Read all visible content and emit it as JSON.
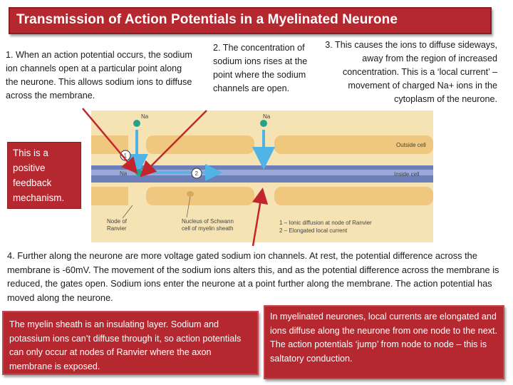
{
  "title": "Transmission of Action Potentials in a Myelinated Neurone",
  "step1": "1. When an action potential occurs, the sodium ion channels open at a particular point along the neurone. This allows sodium ions to diffuse across the membrane.",
  "step2": "2. The concentration of sodium ions rises at the point where the sodium channels are open.",
  "step3": "3. This causes the ions to diffuse sideways, away from the region of increased concentration. This is a ‘local current’ – movement of charged Na+ ions in the cytoplasm of the neurone.",
  "feedback": "This is a positive feedback mechanism.",
  "step4": "4. Further along the neurone are more voltage gated sodium ion channels. At rest, the potential difference across the membrane is -60mV. The movement of the sodium ions alters this, and as the potential difference across the membrane is reduced, the gates open. Sodium ions enter the neurone at a point further along the membrane. The action potential has moved along the neurone.",
  "myelin_note": "The myelin sheath is an insulating layer. Sodium and potassium ions can’t diffuse through it, so action potentials can only occur at nodes of Ranvier where the axon membrane is exposed.",
  "saltatory_note": "In myelinated neurones, local currents are elongated and ions diffuse along the neurone from one node to the next. The action potentials ‘jump’ from node to node – this is saltatory conduction.",
  "diagram": {
    "na_top_1": "Na",
    "na_top_2": "Na",
    "na_inside": "Na",
    "outside_cell": "Outside cell",
    "inside_cell": "Inside cell",
    "node_label_1": "Node of",
    "node_label_2": "Ranvier",
    "schwann_1": "Nucleus of Schwann",
    "schwann_2": "cell of myelin sheath",
    "marker_1": "1",
    "marker_2": "2",
    "legend_1": "1 – Ionic diffusion at node of Ranvier",
    "legend_2": "2 – Elongated local current",
    "colors": {
      "myelin": "#f3d59c",
      "axon": "#7f93c9",
      "ion": "#26a28a",
      "arrow": "#4fb3e6",
      "pointer": "#c3252e"
    }
  }
}
